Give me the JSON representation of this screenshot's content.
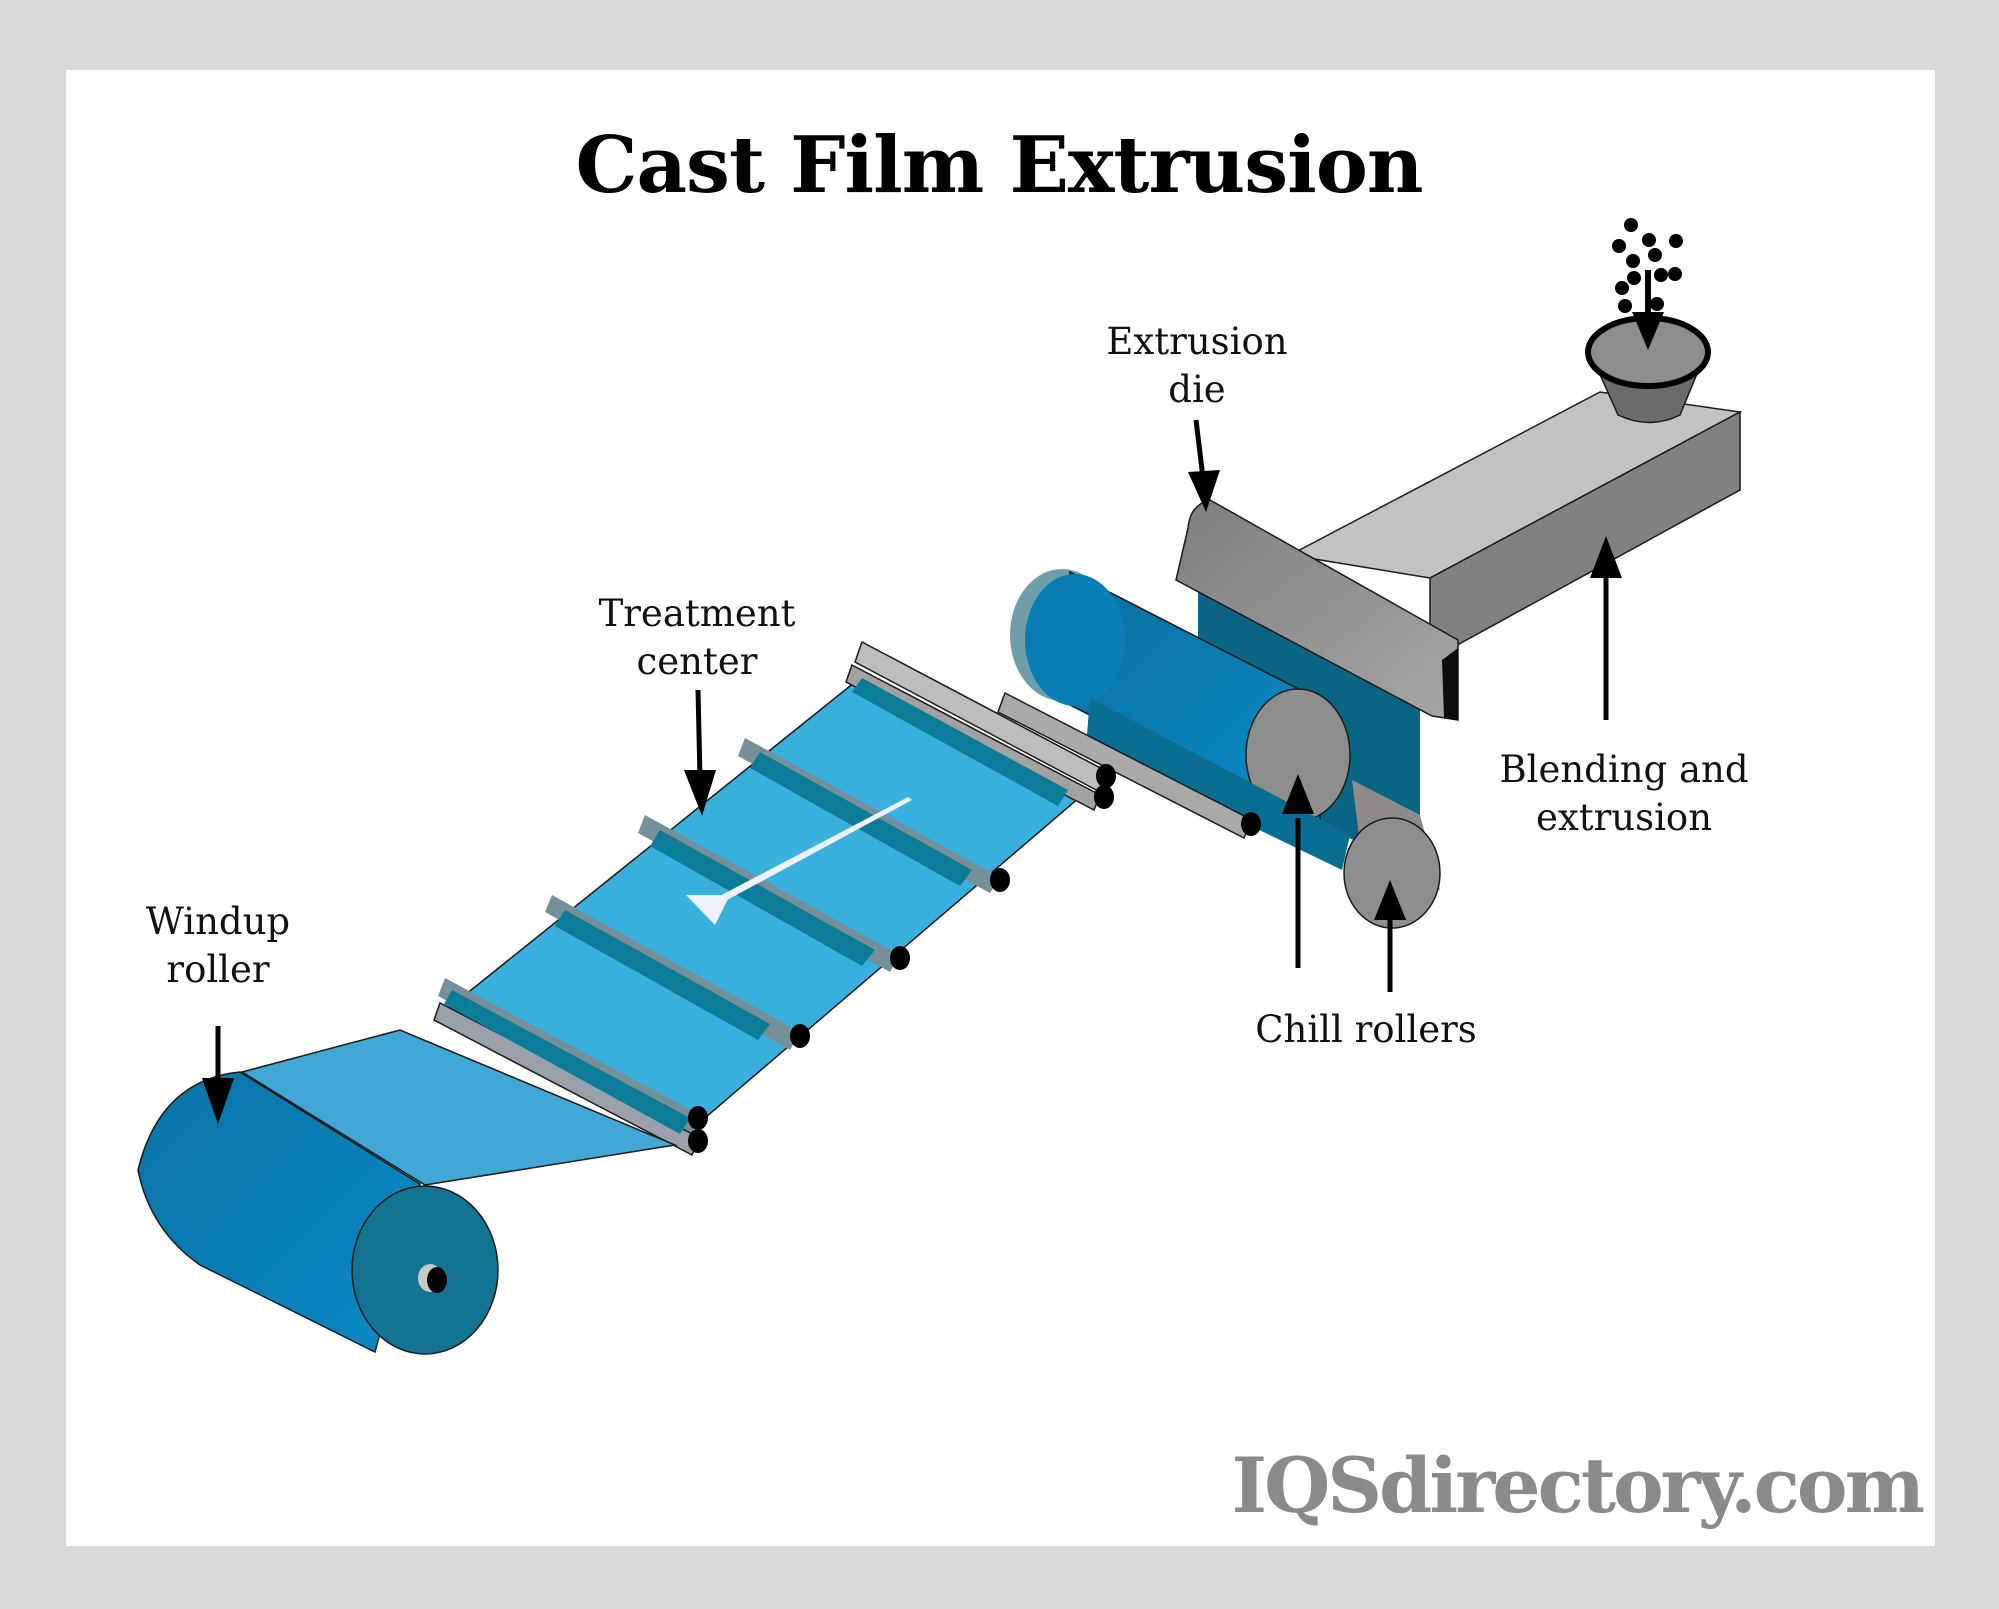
{
  "title": "Cast Film Extrusion",
  "labels": {
    "extrusion_die": [
      "Extrusion",
      "die"
    ],
    "blending": [
      "Blending and",
      "extrusion"
    ],
    "treatment": [
      "Treatment",
      "center"
    ],
    "windup": [
      "Windup",
      "roller"
    ],
    "chill": "Chill rollers"
  },
  "watermark": "IQSdirectory.com",
  "colors": {
    "frame": "#d9d9d9",
    "film_light": "#3ab0de",
    "film_dark": "#0e7896",
    "roller_blue": "#0a84bd",
    "steel": "#8c8c8c",
    "steel_light": "#c2c2c2",
    "steel_dark": "#828080",
    "watermark": "#8a8a8a"
  }
}
